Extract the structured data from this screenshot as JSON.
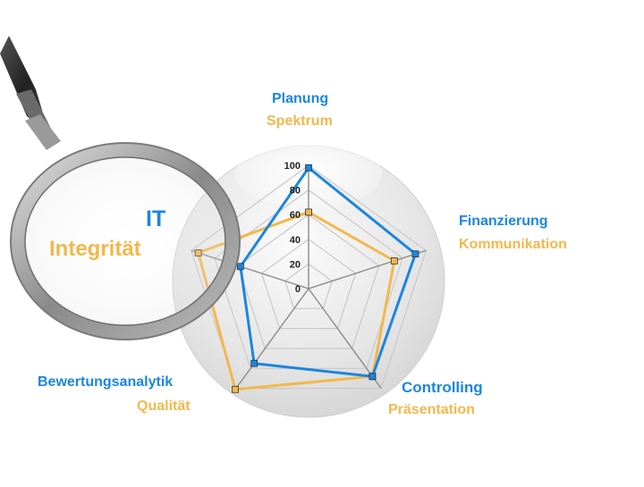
{
  "colors": {
    "series_blue": "#1a86e0",
    "series_orange": "#f2b84b",
    "grid": "#c9c9c9",
    "axes": "#8a8a8a"
  },
  "chart_data": {
    "type": "radar",
    "title": "",
    "axes": [
      {
        "blue_label": "Planung",
        "orange_label": "Spektrum"
      },
      {
        "blue_label": "Finanzierung",
        "orange_label": "Kommunikation"
      },
      {
        "blue_label": "Controlling",
        "orange_label": "Präsentation"
      },
      {
        "blue_label": "Bewertungsanalytik",
        "orange_label": "Qualität"
      },
      {
        "blue_label": "IT",
        "orange_label": "Integrität"
      }
    ],
    "range": [
      0,
      100
    ],
    "ticks": [
      "0",
      "20",
      "40",
      "60",
      "80",
      "100"
    ],
    "grid": true,
    "series": [
      {
        "color": "#1a86e0",
        "values": [
          98,
          91,
          88,
          75,
          58
        ]
      },
      {
        "color": "#f2b84b",
        "values": [
          62,
          73,
          88,
          101,
          94
        ]
      }
    ]
  }
}
